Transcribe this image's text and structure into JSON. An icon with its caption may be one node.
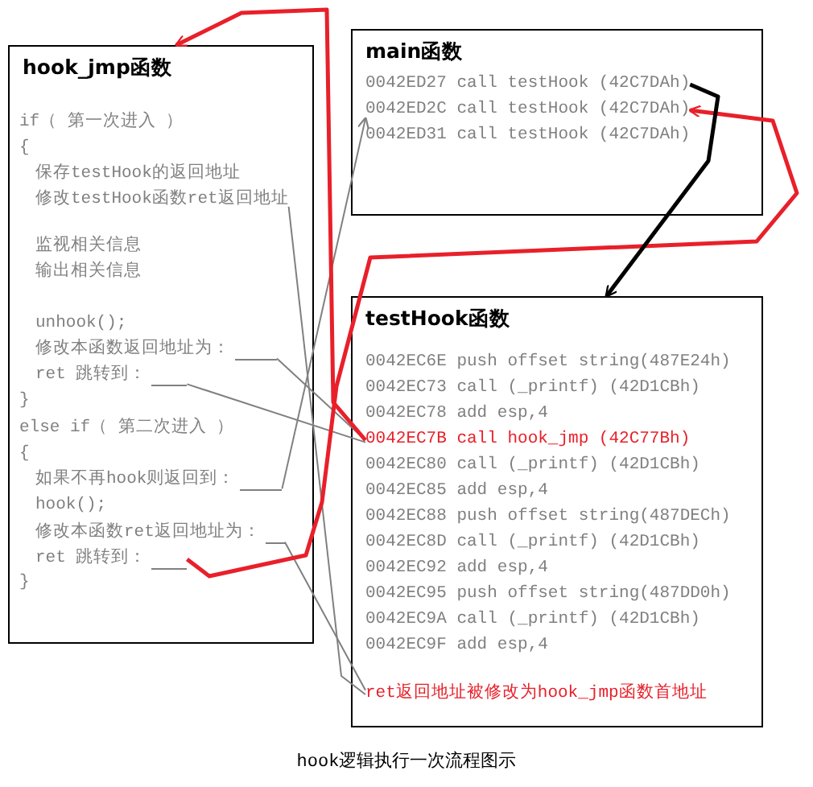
{
  "diagram": {
    "caption": "hook逻辑执行一次流程图示",
    "nodes": [
      {
        "text": [
          "hook_jmp函数"
        ]
      },
      {
        "text": [
          "if（ 第一次进入 ）"
        ],
        "in": 0
      },
      {
        "text": [
          "{"
        ],
        "in": 0
      },
      {
        "text": [
          "保存testHook的返回地址"
        ],
        "in": 0
      },
      {
        "text": [
          "修改testHook函数ret返回地址"
        ],
        "in": 0
      },
      {
        "text": [
          "监视相关信息"
        ],
        "in": 0
      },
      {
        "text": [
          "输出相关信息"
        ],
        "in": 0
      },
      {
        "text": [
          "unhook();"
        ],
        "in": 0
      },
      {
        "text": [
          "修改本函数返回地址为："
        ],
        "in": 0
      },
      {
        "text": [
          "ret 跳转到："
        ],
        "in": 0
      },
      {
        "text": [
          "}"
        ],
        "in": 0
      },
      {
        "text": [
          "else if（ 第二次进入 ）"
        ],
        "in": 0
      },
      {
        "text": [
          "{"
        ],
        "in": 0
      },
      {
        "text": [
          "如果不再hook则返回到："
        ],
        "in": 0
      },
      {
        "text": [
          "hook();"
        ],
        "in": 0
      },
      {
        "text": [
          "修改本函数ret返回地址为："
        ],
        "in": 0
      },
      {
        "text": [
          "ret 跳转到："
        ],
        "in": 0
      },
      {
        "text": [
          "}"
        ],
        "in": 0
      },
      {
        "text": [
          "main函数"
        ]
      },
      {
        "text": [
          "0042ED27 call testHook (42C7DAh)"
        ],
        "in": 18
      },
      {
        "text": [
          "0042ED2C call testHook (42C7DAh)"
        ],
        "in": 18
      },
      {
        "text": [
          "0042ED31 call testHook (42C7DAh)"
        ],
        "in": 18
      },
      {
        "text": [
          "testHook函数"
        ]
      },
      {
        "text": [
          "0042EC6E  push offset string(487E24h)"
        ],
        "in": 22
      },
      {
        "text": [
          "0042EC73  call (_printf) (42D1CBh)"
        ],
        "in": 22
      },
      {
        "text": [
          "0042EC78  add  esp,4"
        ],
        "in": 22
      },
      {
        "text": [
          "0042EC7B  call hook_jmp (42C77Bh)"
        ],
        "in": 22
      },
      {
        "text": [
          "0042EC80  call (_printf) (42D1CBh)"
        ],
        "in": 22
      },
      {
        "text": [
          "0042EC85  add  esp,4"
        ],
        "in": 22
      },
      {
        "text": [
          "0042EC88  push offset string(487DECh)"
        ],
        "in": 22
      },
      {
        "text": [
          "0042EC8D  call (_printf) (42D1CBh)"
        ],
        "in": 22
      },
      {
        "text": [
          "0042EC92  add  esp,4"
        ],
        "in": 22
      },
      {
        "text": [
          "0042EC95  push offset string(487DD0h)"
        ],
        "in": 22
      },
      {
        "text": [
          "0042EC9A  call (_printf) (42D1CBh)"
        ],
        "in": 22
      },
      {
        "text": [
          "0042EC9F  add         esp,4"
        ],
        "in": 22
      },
      {
        "text": [
          "ret返回地址被修改为hook_jmp函数首地址"
        ],
        "in": 22
      }
    ],
    "edges": [
      {
        "from": 19,
        "to": 22,
        "arrow": "to",
        "style": "thick",
        "color": "#000000"
      },
      {
        "from": 26,
        "to": 0,
        "arrow": "to",
        "style": "thick",
        "color": "#e8202a"
      },
      {
        "from": 16,
        "to": 20,
        "arrow": "to",
        "style": "thick",
        "color": "#e8202a"
      },
      {
        "from": 4,
        "to": 35,
        "arrow": "none"
      },
      {
        "from": 8,
        "to": 26,
        "arrow": "none"
      },
      {
        "from": 9,
        "to": 26,
        "arrow": "none"
      },
      {
        "from": 13,
        "to": 20,
        "arrow": "to"
      },
      {
        "from": 15,
        "to": 35,
        "arrow": "none"
      }
    ]
  }
}
